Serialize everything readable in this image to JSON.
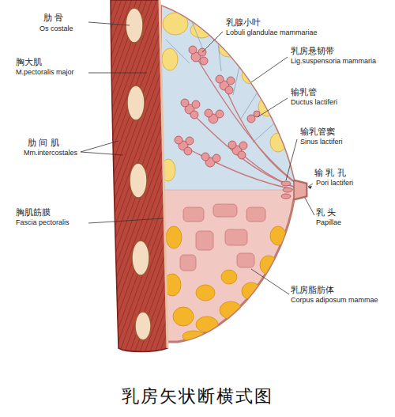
{
  "diagram": {
    "caption": "乳房矢状断横式图",
    "labels": [
      "肋 骨",
      "Os costale",
      "胸大肌",
      "M.pectoralis major",
      "肋 间 肌",
      "Mm.intercostales",
      "胸肌筋膜",
      "Fascia pectoralis",
      "乳腺小叶",
      "Lobuli glandulae mammariae",
      "乳房悬韧带",
      "Lig.suspensoria mammaria",
      "输乳管",
      "Ductus lactiferi",
      "输乳管窦",
      "Sinus lactiferi",
      "输 乳 孔",
      "Pori lactiferi",
      "乳 头",
      "Papillae",
      "乳房脂肪体",
      "Corpus adiposum mammae"
    ]
  }
}
